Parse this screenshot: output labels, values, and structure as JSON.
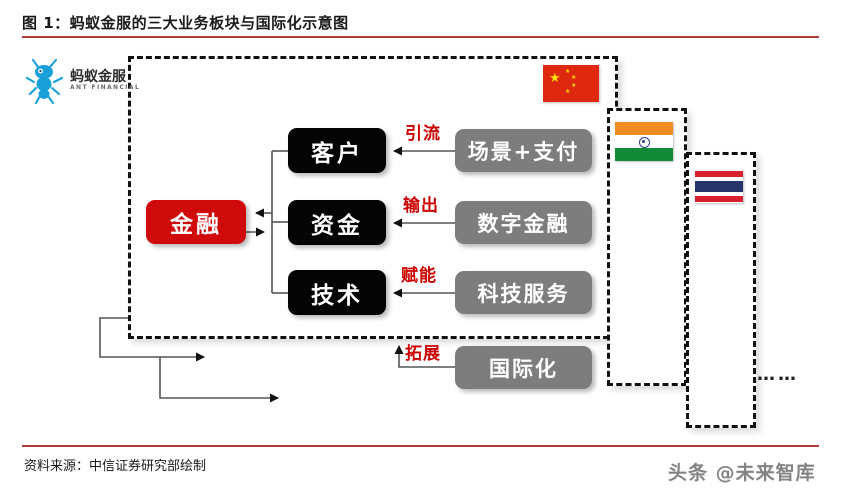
{
  "header": {
    "figure_title": "图 1：蚂蚁金服的三大业务板块与国际化示意图"
  },
  "footer": {
    "source_label": "资料来源：中信证券研究部绘制",
    "watermark": "头条 @未来智库"
  },
  "logo": {
    "name": "ant-financial-logo",
    "cn_text": "蚂蚁金服",
    "en_text": "ANT FINANCIAL"
  },
  "diagram": {
    "core_node": {
      "label": "金融",
      "color": "#cf0a0a"
    },
    "pillar_nodes": [
      {
        "label": "客户",
        "color": "#040404"
      },
      {
        "label": "资金",
        "color": "#040404"
      },
      {
        "label": "技术",
        "color": "#040404"
      }
    ],
    "business_nodes": [
      {
        "label": "场景+支付",
        "color": "#7d7d7d"
      },
      {
        "label": "数字金融",
        "color": "#7d7d7d"
      },
      {
        "label": "科技服务",
        "color": "#7d7d7d"
      }
    ],
    "international_node": {
      "label": "国际化",
      "color": "#7d7d7d"
    },
    "relation_labels": [
      {
        "label": "引流",
        "color": "#cc0000"
      },
      {
        "label": "输出",
        "color": "#cc0000"
      },
      {
        "label": "赋能",
        "color": "#cc0000"
      },
      {
        "label": "拓展",
        "color": "#cc0000"
      }
    ],
    "country_frames": [
      {
        "country": "china",
        "flag": "cn-flag-icon"
      },
      {
        "country": "india",
        "flag": "in-flag-icon"
      },
      {
        "country": "thailand",
        "flag": "th-flag-icon"
      }
    ],
    "more_indicator": "……"
  }
}
